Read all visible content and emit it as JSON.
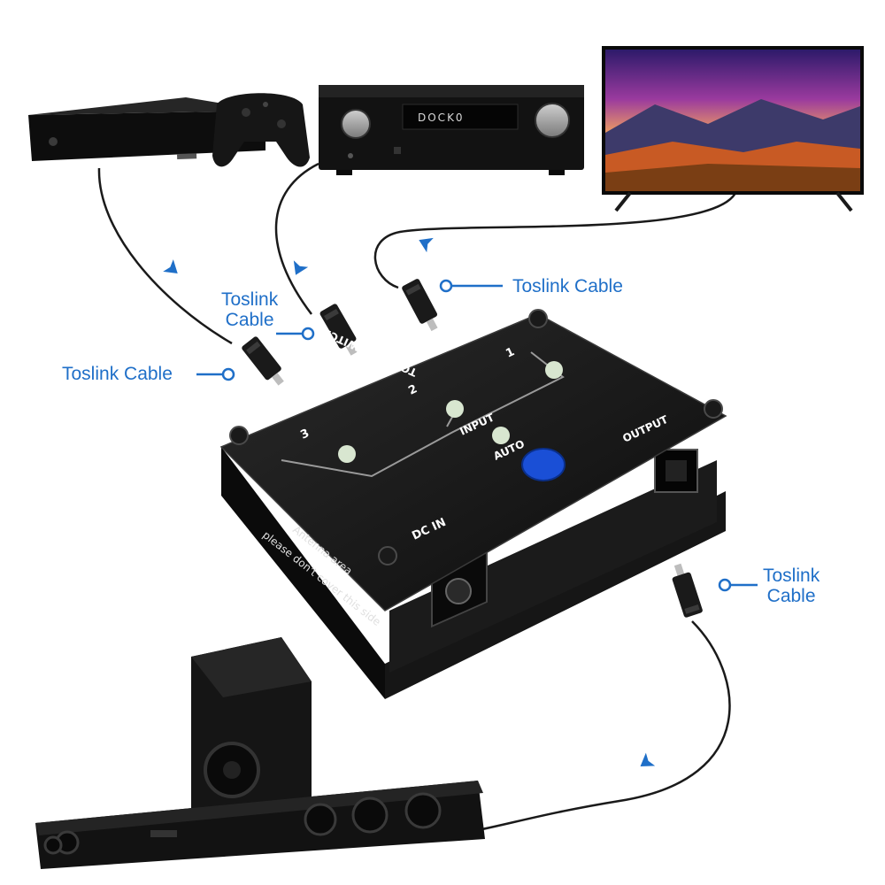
{
  "callouts": {
    "left_input": "Toslink Cable",
    "middle_input_line1": "Toslink",
    "middle_input_line2": "Cable",
    "right_input": "Toslink Cable",
    "output_line1": "Toslink",
    "output_line2": "Cable"
  },
  "switch": {
    "title": "TOSLINK SWITCH",
    "input_label": "INPUT",
    "output_label": "OUTPUT",
    "auto_label": "AUTO",
    "dc_label": "DC IN",
    "port_numbers": [
      "1",
      "2",
      "3"
    ],
    "antenna_line1": "Antenna area",
    "antenna_line2": "please don't cover this side"
  },
  "receiver": {
    "display_text": "DOCK0"
  },
  "colors": {
    "callout_blue": "#1f6fc8",
    "device_black": "#141414",
    "button_blue": "#1a4fd6",
    "led_green": "#d8e6d0"
  },
  "icons": {
    "flow_arrow": "arrow-icon",
    "callout_marker": "ring-pointer-icon",
    "brand_mark": "xbox-logo-icon"
  }
}
